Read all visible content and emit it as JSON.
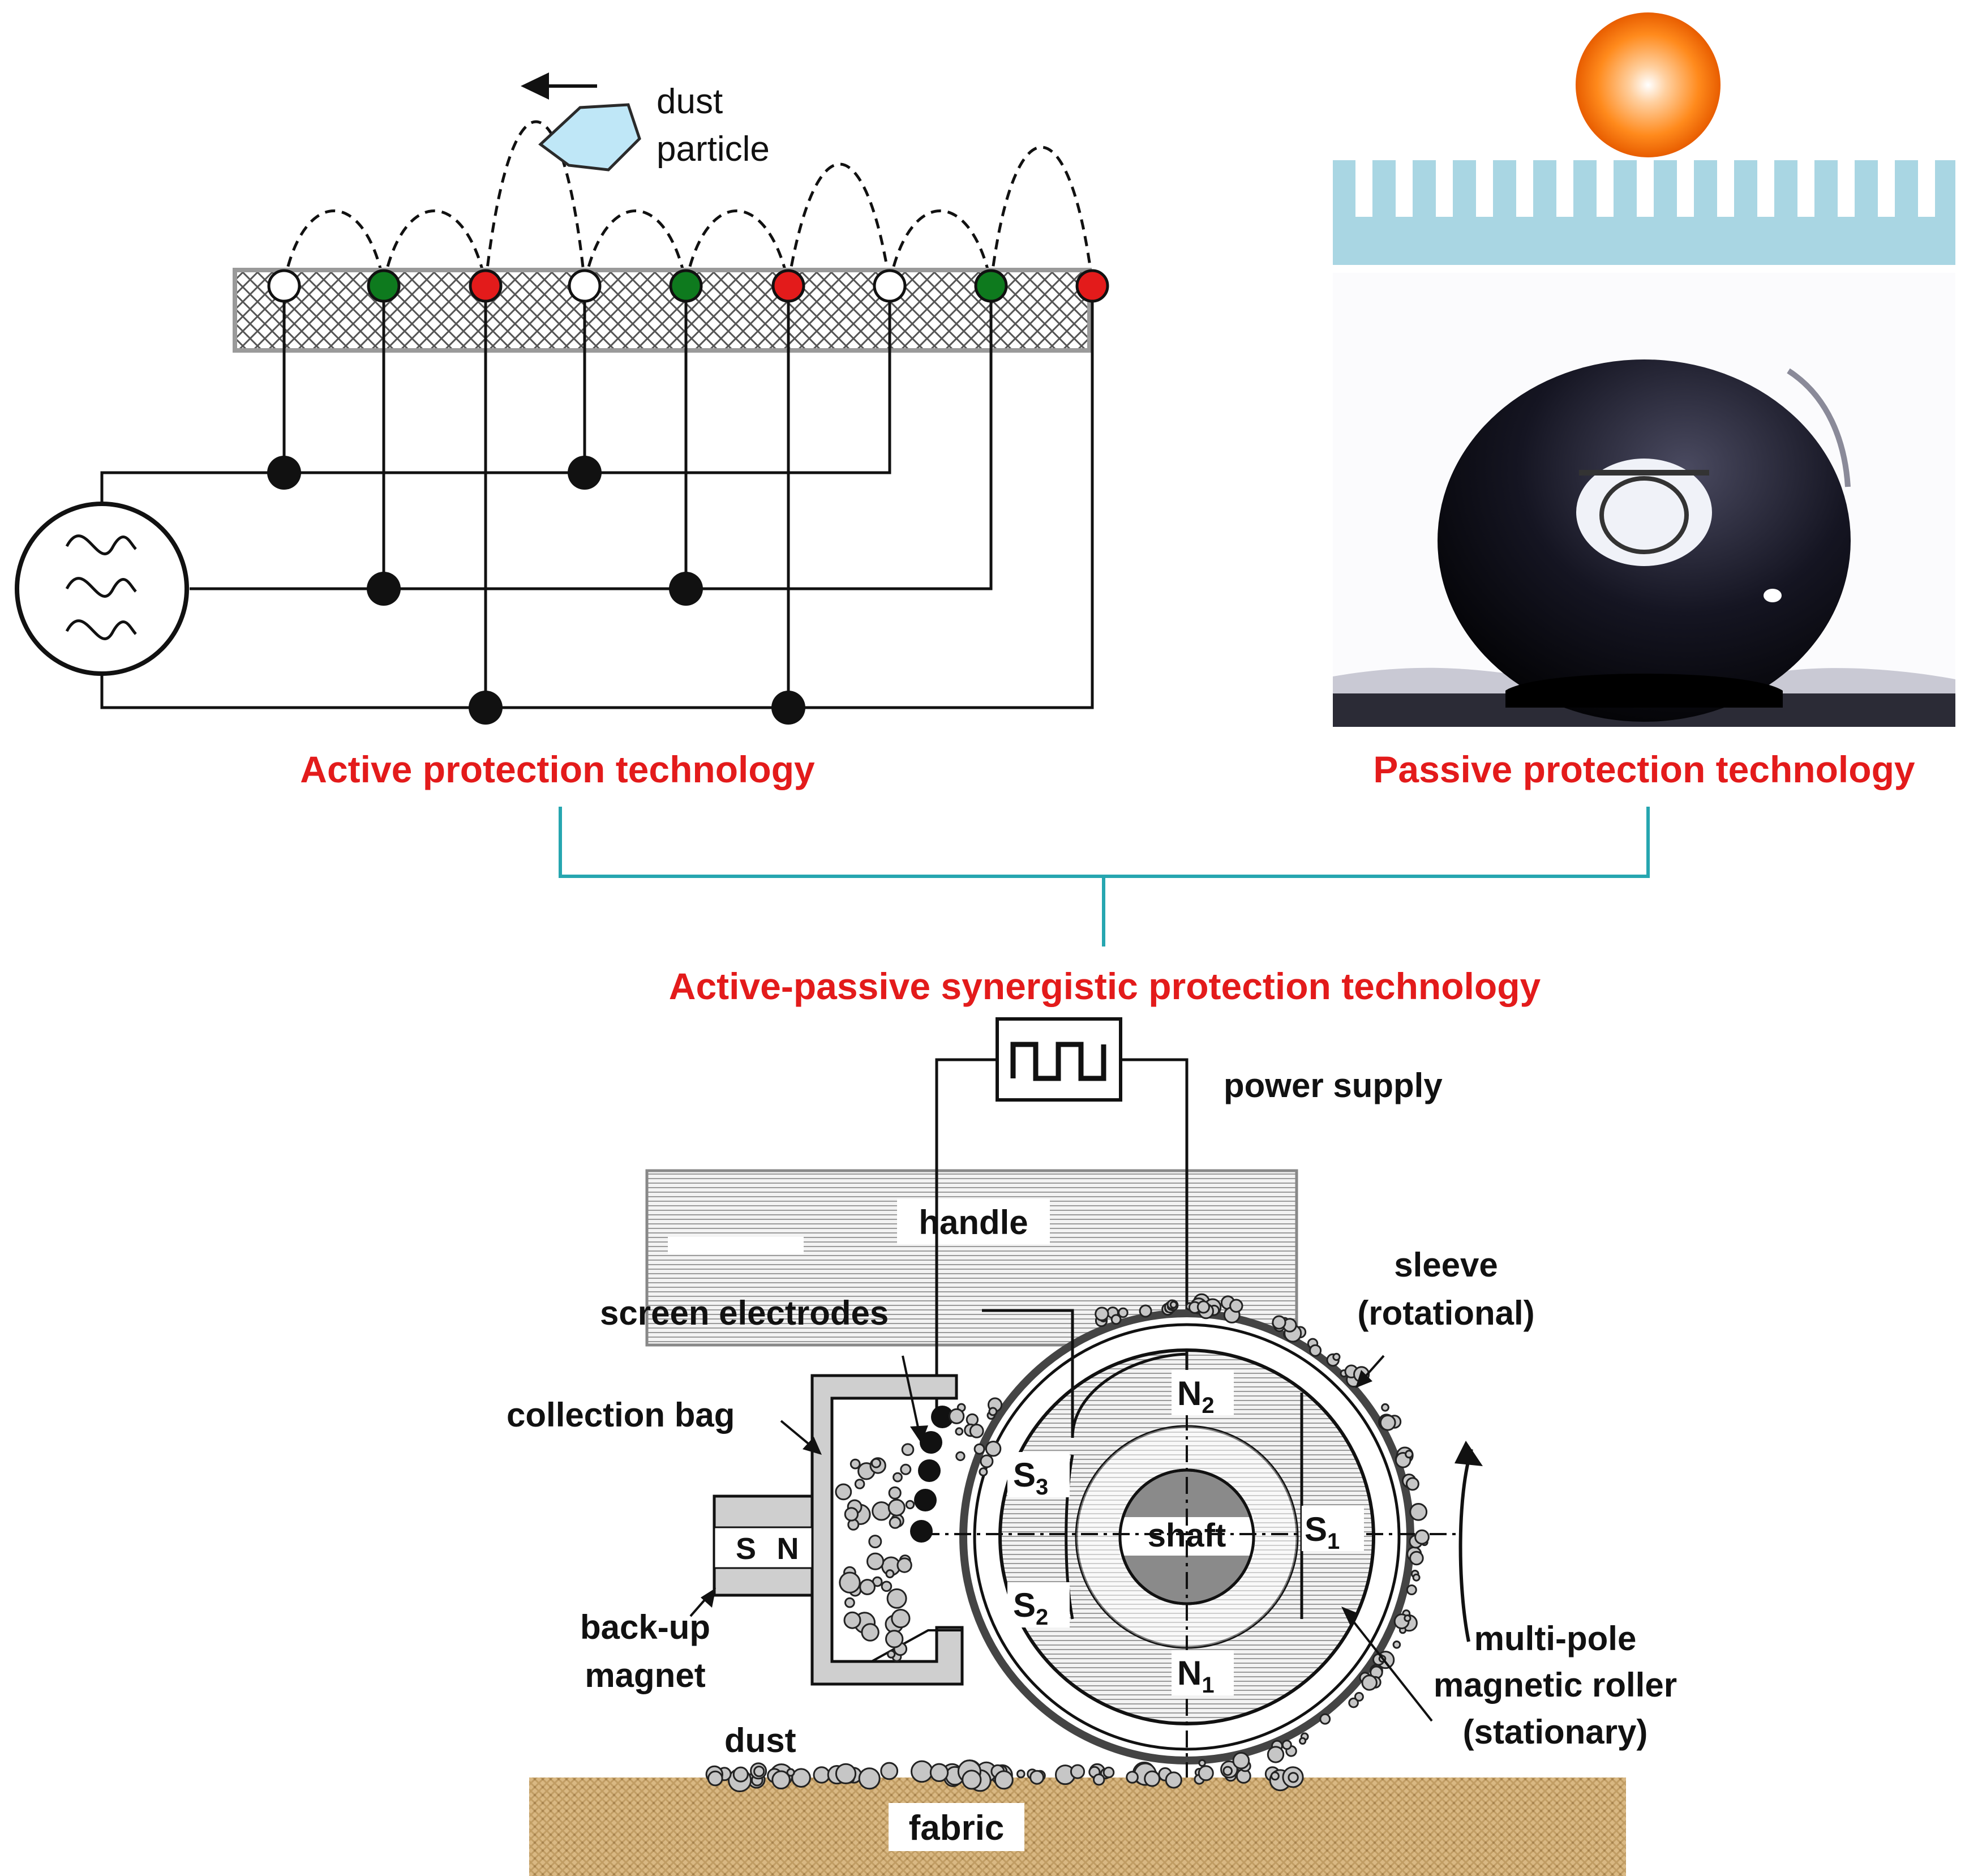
{
  "active": {
    "title": "Active protection technology",
    "dust_label_line1": "dust",
    "dust_label_line2": "particle",
    "electrode_colors": [
      "#ffffff",
      "#0e7a1e",
      "#e31b1b",
      "#ffffff",
      "#0e7a1e",
      "#e31b1b",
      "#ffffff",
      "#0e7a1e",
      "#e31b1b"
    ]
  },
  "passive": {
    "title": "Passive protection technology"
  },
  "synergy": {
    "title": "Active-passive synergistic protection technology",
    "connector_color": "#26a6b0"
  },
  "device": {
    "power_supply": "power supply",
    "handle": "handle",
    "screen_electrodes": "screen electrodes",
    "sleeve_line1": "sleeve",
    "sleeve_line2": "(rotational)",
    "collection_bag": "collection bag",
    "backup_line1": "back-up",
    "backup_line2": "magnet",
    "magnet_s": "S",
    "magnet_n": "N",
    "shaft": "shaft",
    "pole_n2": "N",
    "pole_n2_sub": "2",
    "pole_s3": "S",
    "pole_s3_sub": "3",
    "pole_s1": "S",
    "pole_s1_sub": "1",
    "pole_s2": "S",
    "pole_s2_sub": "2",
    "pole_n1": "N",
    "pole_n1_sub": "1",
    "roller_line1": "multi-pole",
    "roller_line2": "magnetic roller",
    "roller_line3": "(stationary)",
    "dust": "dust",
    "fabric": "fabric"
  }
}
